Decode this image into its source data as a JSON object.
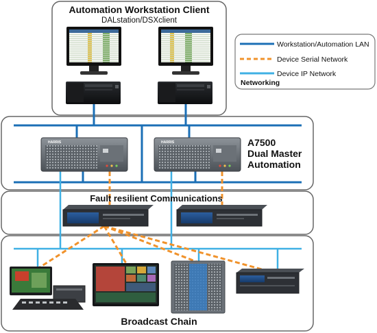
{
  "sections": {
    "client": {
      "title": "Automation Workstation Client",
      "subtitle": "DALstation/DSXclient"
    },
    "automation": {
      "title_line1": "A7500",
      "title_line2": "Dual Master",
      "title_line3": "Automation"
    },
    "communications": {
      "title": "Fault resilient Communications"
    },
    "broadcast": {
      "title": "Broadcast Chain"
    }
  },
  "legend": {
    "items": [
      {
        "label": "Workstation/Automation LAN",
        "style": "solid",
        "color": "#1b6fb6"
      },
      {
        "label": "Device Serial Network",
        "style": "dashed",
        "color": "#f0922b"
      },
      {
        "label": "Device IP Network",
        "style": "solid",
        "color": "#3fb0e4"
      }
    ],
    "footer": "Networking"
  },
  "devices": {
    "master_brand": "HARRIS"
  },
  "colors": {
    "lan": "#1b6fb6",
    "serial": "#f0922b",
    "ip": "#3fb0e4",
    "panel_border": "#666666",
    "panel_fill": "#ffffff"
  }
}
